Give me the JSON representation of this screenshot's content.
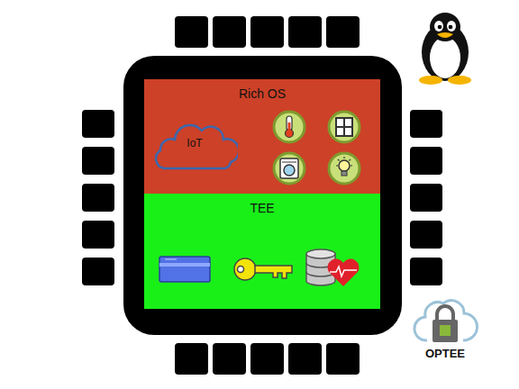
{
  "diagram": {
    "nodes": [
      {
        "text": [
          "Rich OS"
        ]
      },
      {
        "text": [
          "IoT"
        ],
        "in": 0
      },
      {
        "text": [
          "TEE"
        ]
      }
    ],
    "labels": [
      "OPTEE"
    ]
  }
}
